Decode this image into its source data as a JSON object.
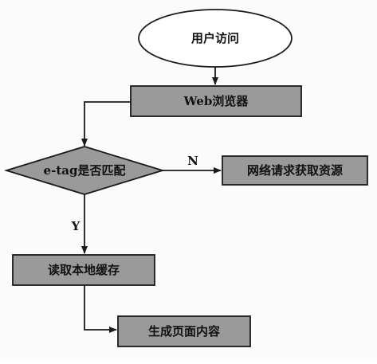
{
  "nodes": {
    "start": "用户访问",
    "browser": "Web浏览器",
    "decision": "e-tag是否匹配",
    "fetch": "网络请求获取资源",
    "cache": "读取本地缓存",
    "render": "生成页面内容"
  },
  "edges": {
    "no_label": "N",
    "yes_label": "Y"
  },
  "colors": {
    "box_fill": "#9a9a9a",
    "stroke": "#1a1a1a",
    "background": "#fbfbfb"
  }
}
